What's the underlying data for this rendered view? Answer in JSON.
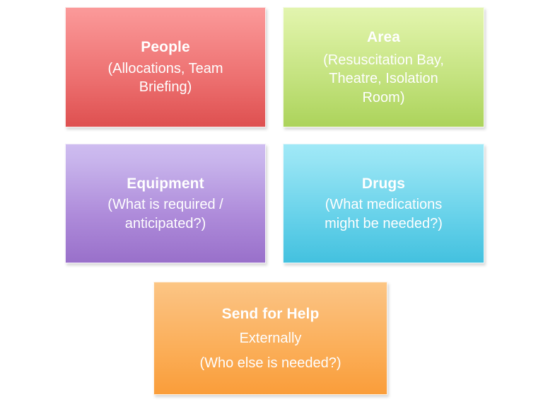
{
  "slide": {
    "background_color": "#ffffff",
    "text_color": "#ffffff"
  },
  "cards": [
    {
      "id": "people",
      "title": "People",
      "lines": [
        "(Allocations, Team",
        "Briefing)"
      ],
      "gradient_top": "#FB9A9A",
      "gradient_bottom": "#DE5050"
    },
    {
      "id": "area",
      "title": "Area",
      "lines": [
        "(Resuscitation Bay,",
        "Theatre, Isolation",
        "Room)"
      ],
      "gradient_top": "#E2F4AF",
      "gradient_bottom": "#ACD35B"
    },
    {
      "id": "equipment",
      "title": "Equipment",
      "lines": [
        "(What is required /",
        "anticipated?)"
      ],
      "gradient_top": "#CEBCF0",
      "gradient_bottom": "#9970CA"
    },
    {
      "id": "drugs",
      "title": "Drugs",
      "lines": [
        "(What medications",
        "might be needed?)"
      ],
      "gradient_top": "#A0E9F7",
      "gradient_bottom": "#43C1DF"
    },
    {
      "id": "help",
      "title": "Send for Help",
      "lines": [
        "Externally",
        "(Who else is needed?)"
      ],
      "gradient_top": "#FCC684",
      "gradient_bottom": "#FA9D3A"
    }
  ]
}
